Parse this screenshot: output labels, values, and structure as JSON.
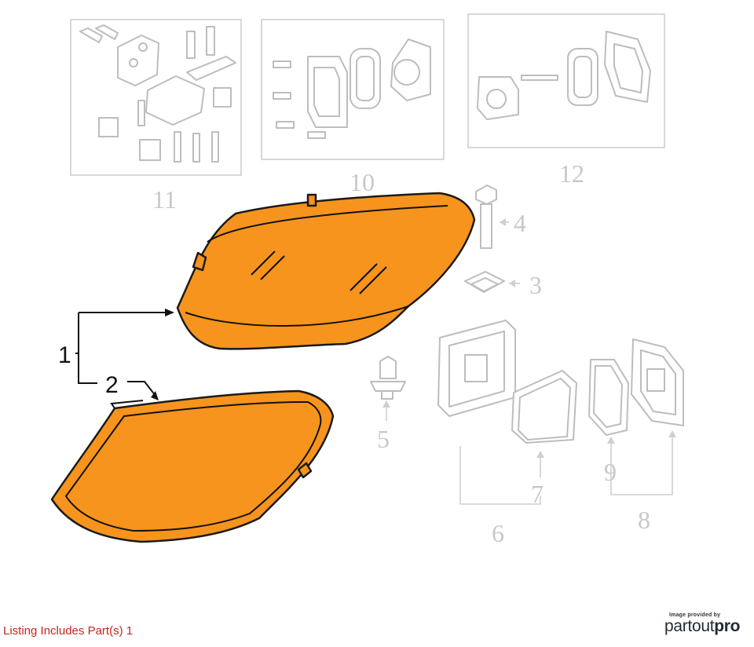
{
  "callouts": {
    "c1": "1",
    "c2": "2",
    "c3": "3",
    "c4": "4",
    "c5": "5",
    "c6": "6",
    "c7": "7",
    "c8": "8",
    "c9": "9",
    "c10": "10",
    "c11": "11",
    "c12": "12"
  },
  "listing_note": "Listing Includes Part(s) 1",
  "credit": {
    "small": "Image provided by",
    "brand_a": "partout",
    "brand_b": "pro"
  },
  "colors": {
    "highlight": "#f7941d",
    "listing_text": "#c0271e",
    "part_lines": "#bdbdbd"
  }
}
